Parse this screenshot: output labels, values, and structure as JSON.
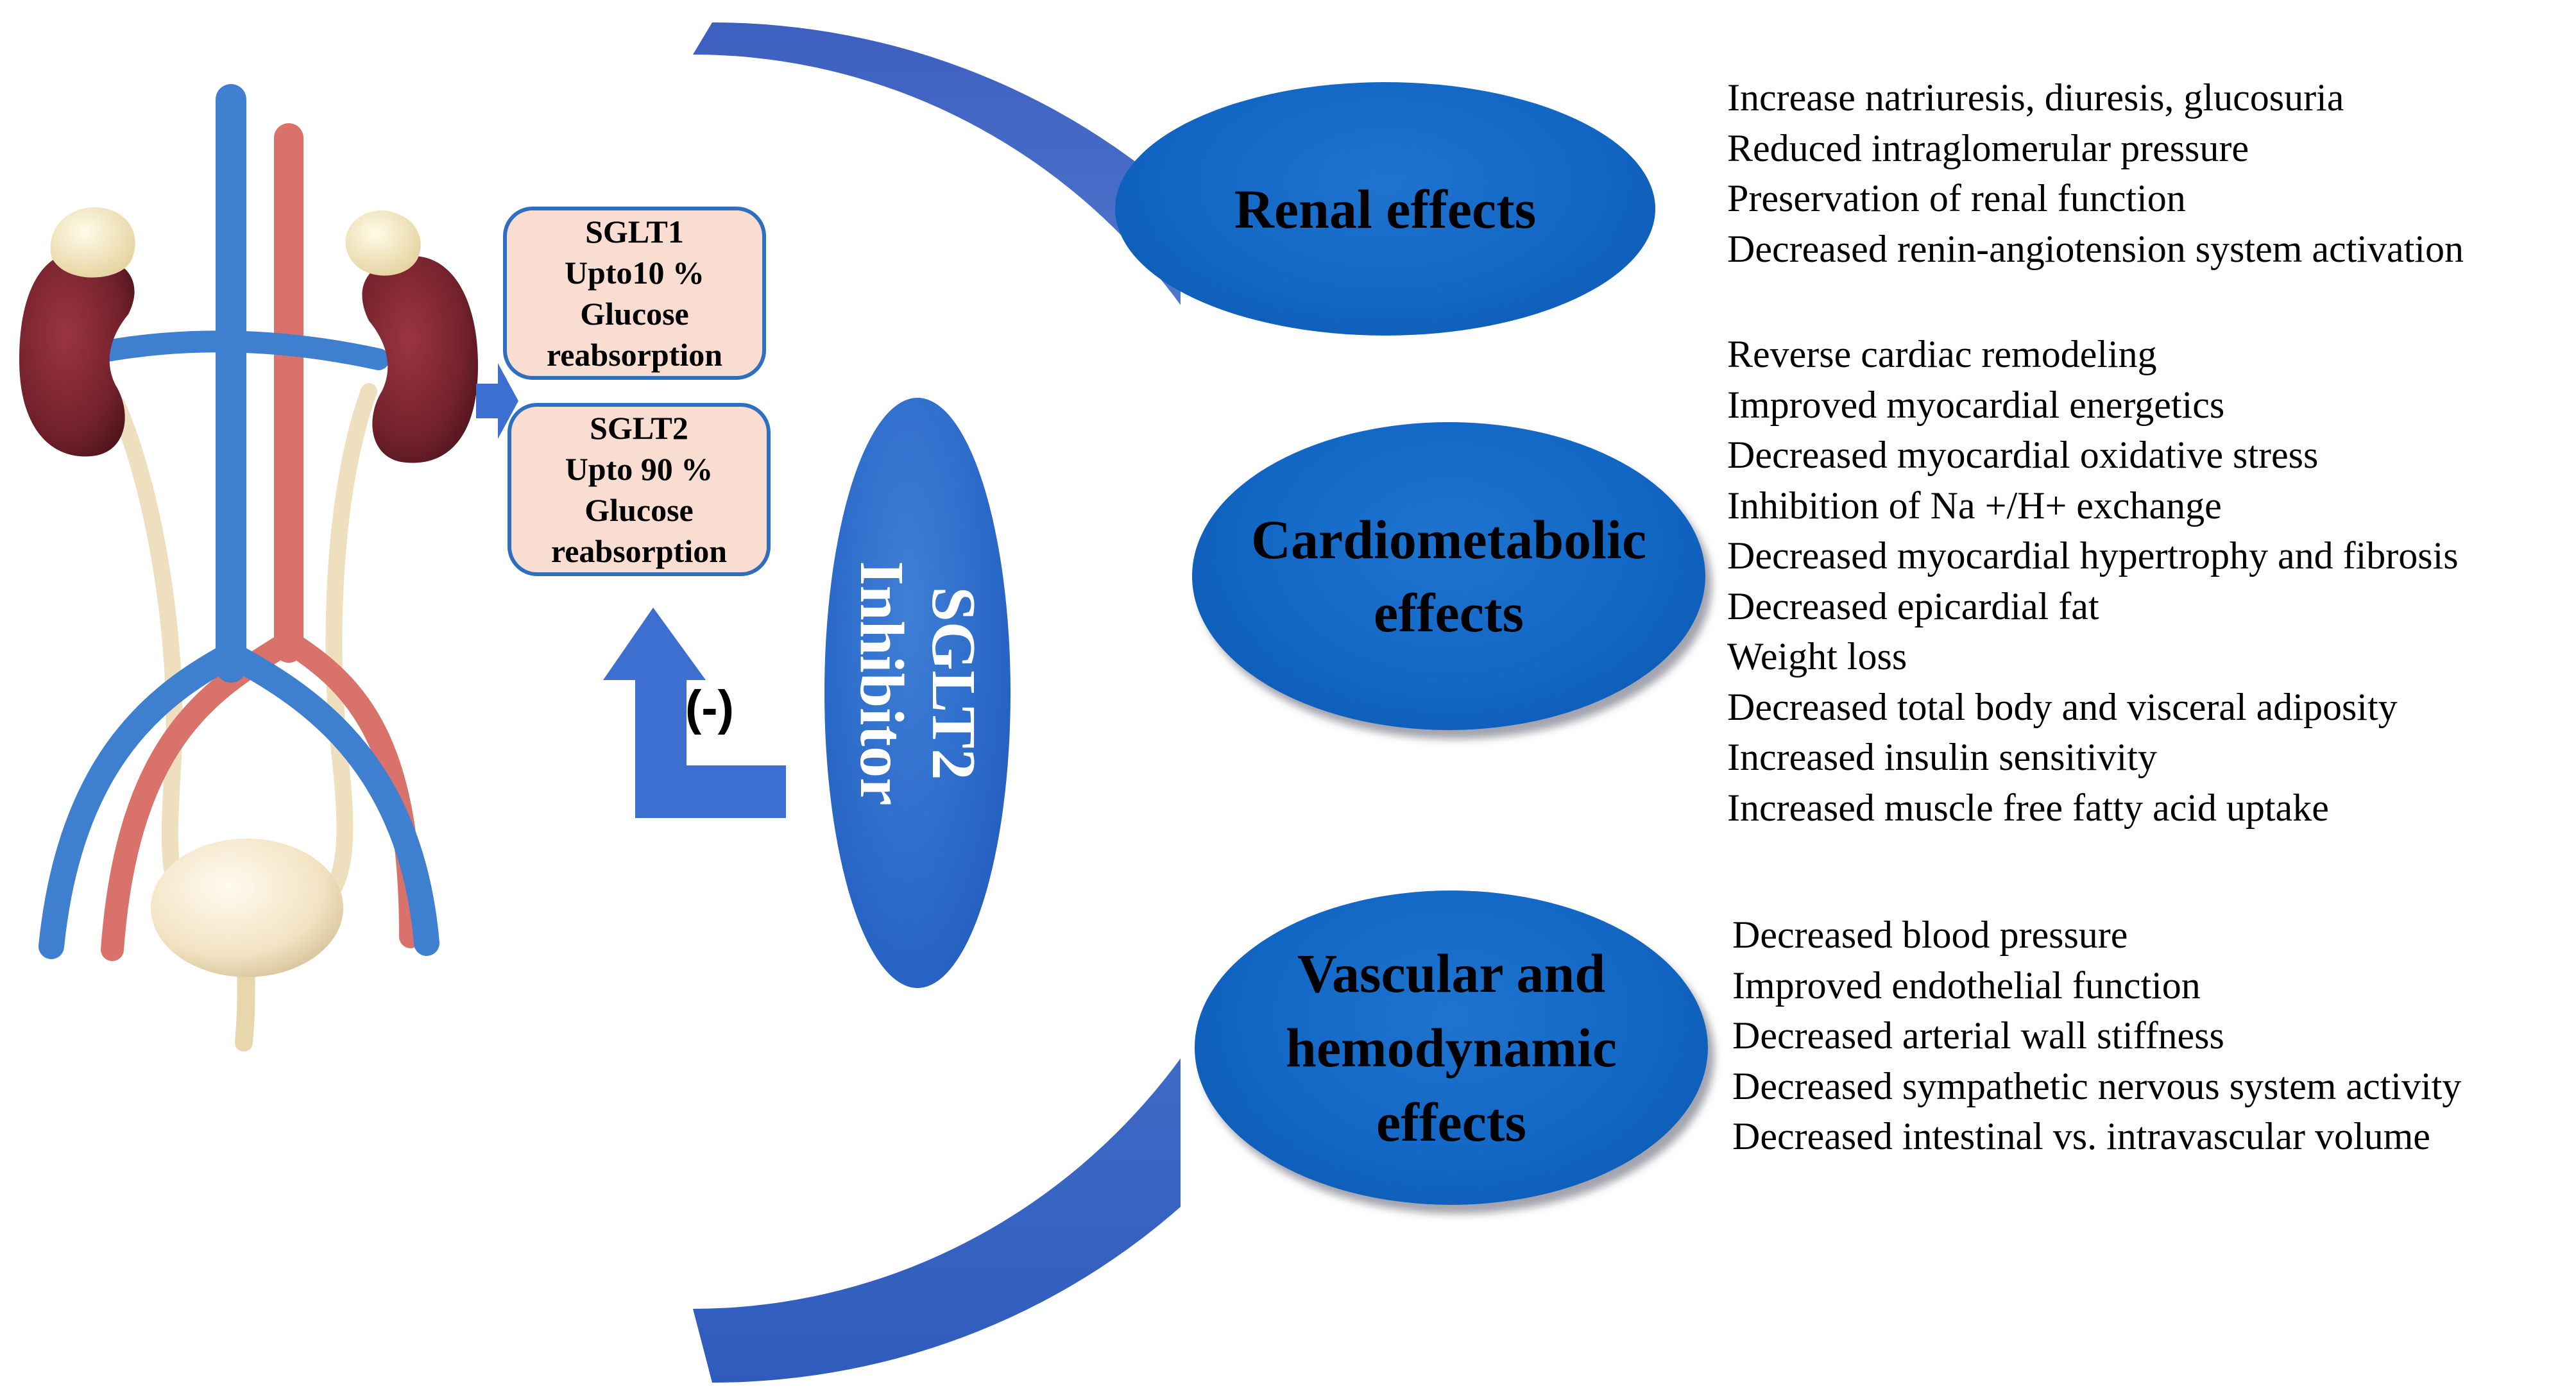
{
  "transporters": [
    {
      "name": "SGLT1",
      "share": "Upto10 %",
      "line3": "Glucose",
      "line4": "reabsorption"
    },
    {
      "name": "SGLT2",
      "share": "Upto 90 %",
      "line3": "Glucose",
      "line4": "reabsorption"
    }
  ],
  "inhibition_sign": "(-)",
  "drug": {
    "line1": "SGLT2",
    "line2": "Inhibitor"
  },
  "effect_groups": [
    {
      "title_lines": [
        "Renal effects"
      ],
      "items": [
        "Increase natriuresis, diuresis, glucosuria",
        "Reduced intraglomerular pressure",
        "Preservation of renal function",
        "Decreased renin-angiotension system activation"
      ]
    },
    {
      "title_lines": [
        "Cardiometabolic",
        "effects"
      ],
      "items": [
        "Reverse cardiac remodeling",
        "Improved myocardial energetics",
        "Decreased myocardial oxidative stress",
        "Inhibition of Na +/H+ exchange",
        "Decreased myocardial hypertrophy and fibrosis",
        "Decreased epicardial fat",
        "Weight loss",
        "Decreased total body and visceral adiposity",
        "Increased insulin sensitivity",
        "Increased muscle free fatty acid uptake"
      ]
    },
    {
      "title_lines": [
        "Vascular and",
        "hemodynamic",
        "effects"
      ],
      "items": [
        "Decreased blood pressure",
        "Improved endothelial function",
        "Decreased arterial wall stiffness",
        "Decreased sympathetic nervous system activity",
        "Decreased intestinal vs. intravascular volume"
      ]
    }
  ],
  "colors": {
    "vein": "#3f7fd0",
    "artery": "#d9726a",
    "kidney": "#7a2530",
    "adrenal": "#f3e6bd",
    "ureter": "#eee0bf",
    "bladder": "#f4e8c8",
    "box_fill": "#f9ddd0",
    "box_border": "#2f6fbf",
    "arc": "#3a63c2",
    "oval": "#1266c4",
    "arrow": "#3d6fd0"
  },
  "icons": {
    "anatomy": "urinary-system-illustration",
    "arrow_right": "arrow-right-icon",
    "elbow_arrow_up": "elbow-arrow-up-icon"
  }
}
